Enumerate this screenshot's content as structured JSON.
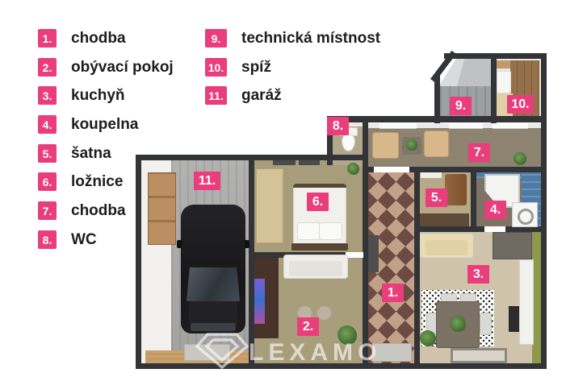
{
  "legend": {
    "accent_color": "#ea3d7c",
    "items": [
      {
        "num": "1.",
        "label": "chodba"
      },
      {
        "num": "2.",
        "label": "obývací pokoj"
      },
      {
        "num": "3.",
        "label": "kuchyň"
      },
      {
        "num": "4.",
        "label": "koupelna"
      },
      {
        "num": "5.",
        "label": "šatna"
      },
      {
        "num": "6.",
        "label": "ložnice"
      },
      {
        "num": "7.",
        "label": "chodba"
      },
      {
        "num": "8.",
        "label": "WC"
      },
      {
        "num": "9.",
        "label": "technická místnost"
      },
      {
        "num": "10.",
        "label": "spíž"
      },
      {
        "num": "11.",
        "label": "garáž"
      }
    ]
  },
  "watermark": {
    "text": "LEXAMO"
  }
}
